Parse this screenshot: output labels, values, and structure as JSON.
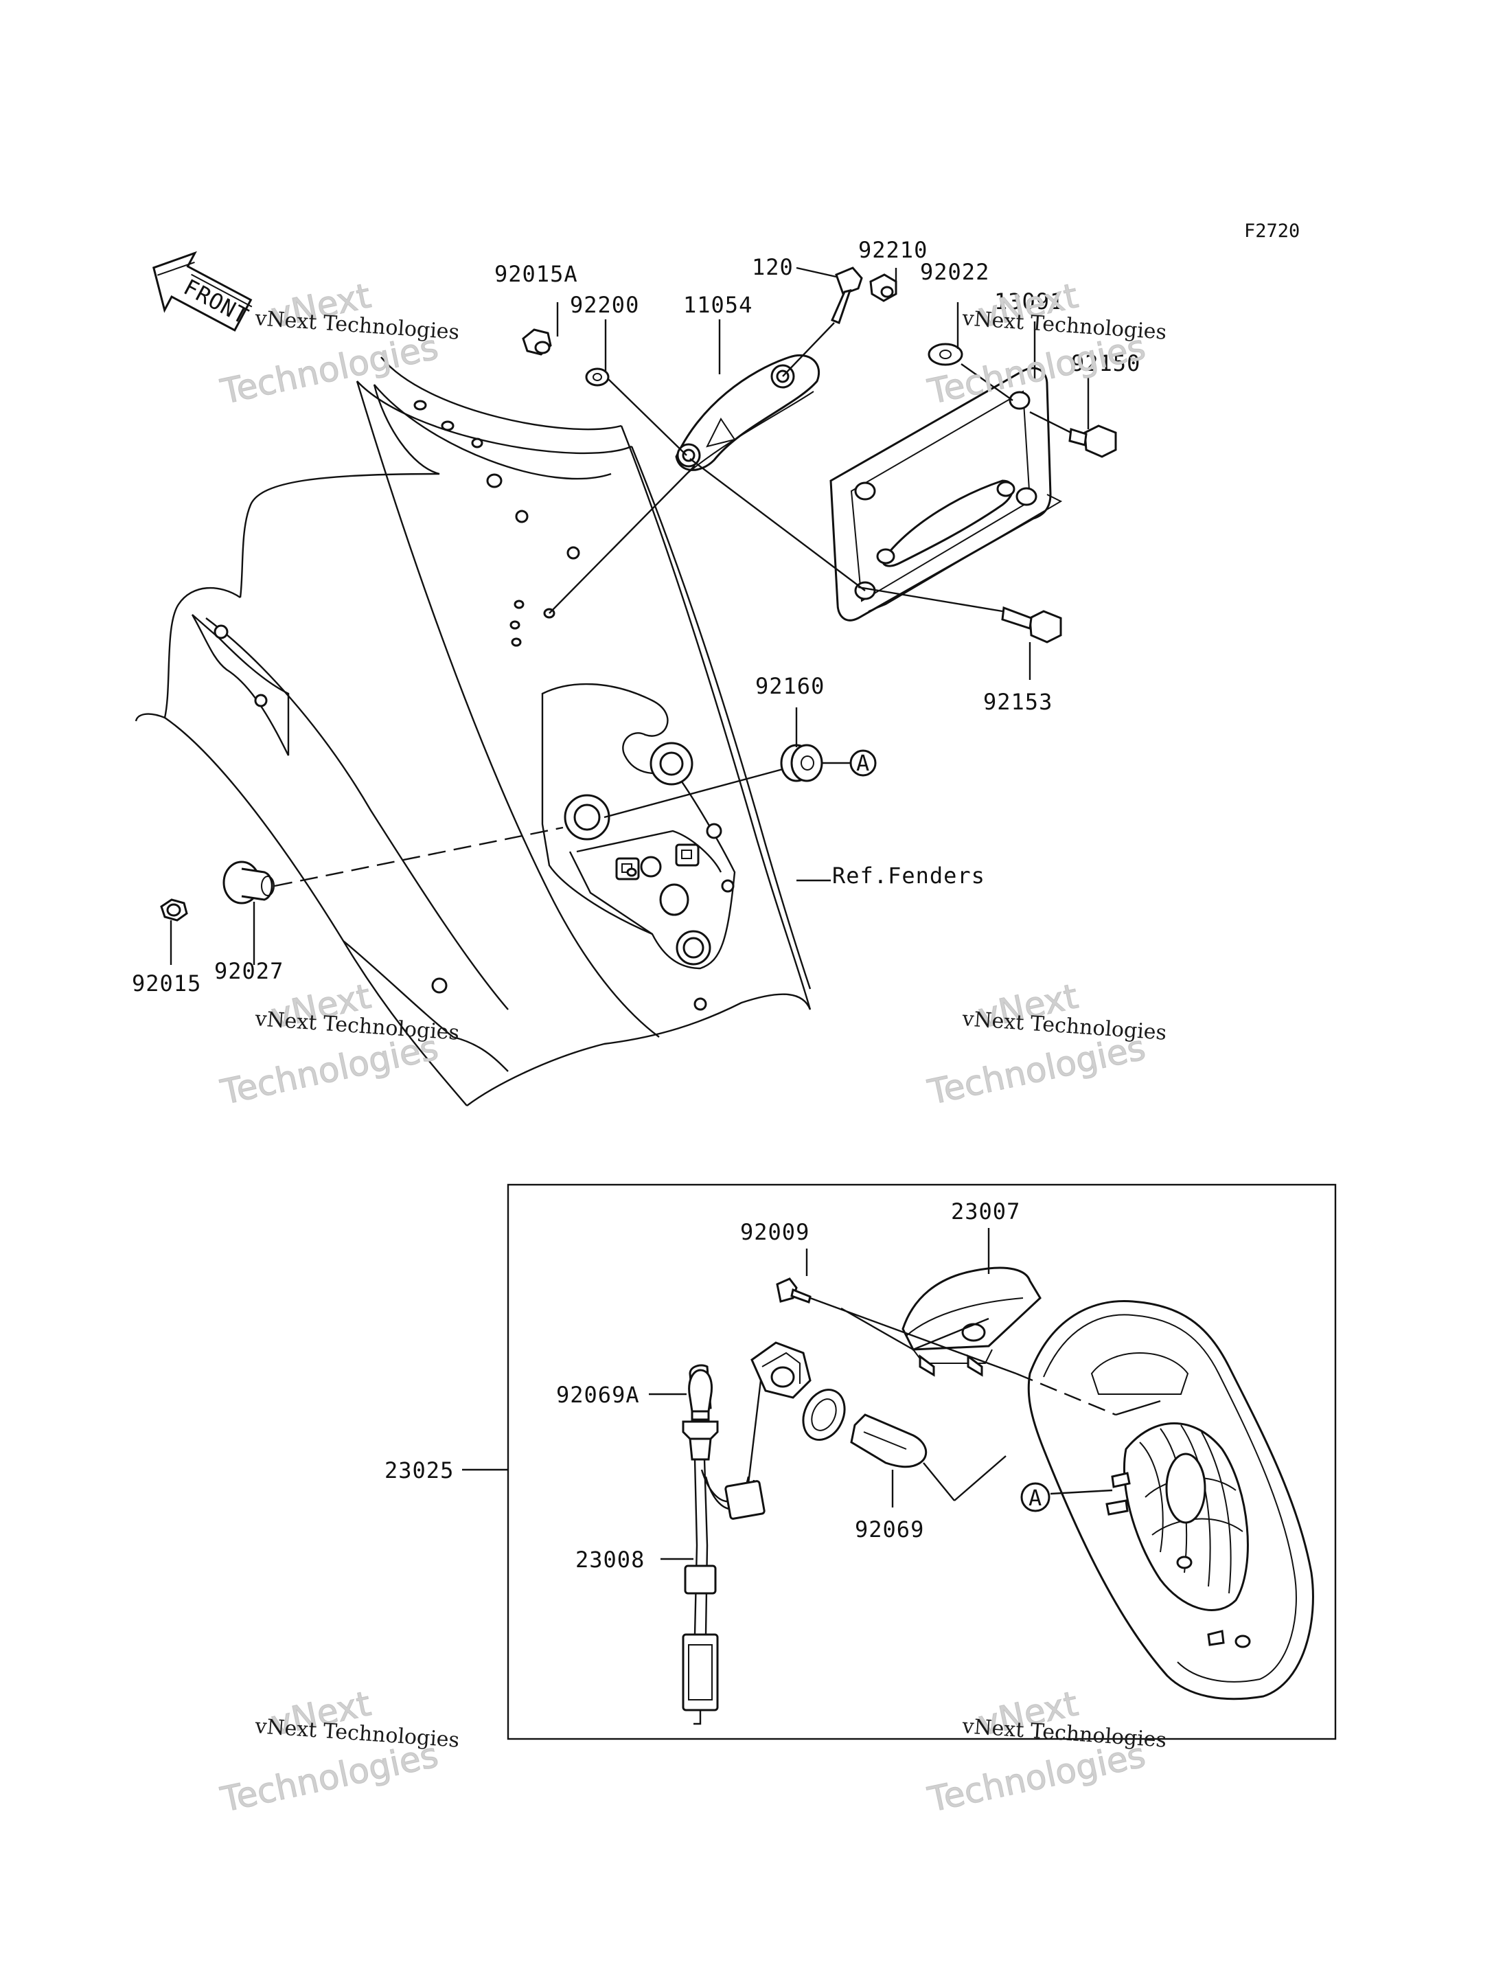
{
  "figure_code": "F2720",
  "front_arrow_label": "FRONT",
  "fenders_ref": "Ref.Fenders",
  "circle_label": "A",
  "part_labels": {
    "p92015A": "92015A",
    "p92200": "92200",
    "p11054": "11054",
    "p120": "120",
    "p92210": "92210",
    "p92022": "92022",
    "p13091": "13091",
    "p92150": "92150",
    "p92153": "92153",
    "p92160": "92160",
    "p92015": "92015",
    "p92027": "92027",
    "p23007": "23007",
    "p92009": "92009",
    "p92069A": "92069A",
    "p23025": "23025",
    "p92069": "92069",
    "p23008": "23008"
  },
  "watermark": {
    "line1": "vNext Technologies",
    "line2a": "vNext",
    "line2b": "Technologies"
  }
}
